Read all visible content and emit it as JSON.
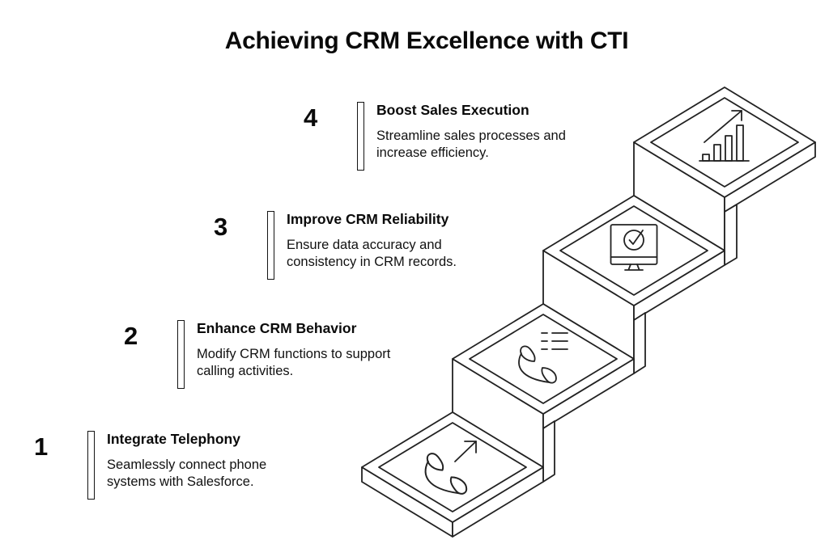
{
  "title": "Achieving CRM Excellence with CTI",
  "colors": {
    "line": "#222222",
    "text": "#0a0a0a",
    "background": "#ffffff"
  },
  "steps": [
    {
      "number": "1",
      "title": "Integrate Telephony",
      "description": "Seamlessly connect phone\nsystems with Salesforce.",
      "icon": "phone-outgoing-arrow-icon"
    },
    {
      "number": "2",
      "title": "Enhance CRM Behavior",
      "description": "Modify CRM functions to support\ncalling activities.",
      "icon": "phone-call-list-icon"
    },
    {
      "number": "3",
      "title": "Improve CRM Reliability",
      "description": "Ensure data accuracy and\nconsistency in CRM records.",
      "icon": "monitor-checkmark-icon"
    },
    {
      "number": "4",
      "title": "Boost Sales Execution",
      "description": "Streamline sales processes and\nincrease efficiency.",
      "icon": "growth-bar-chart-arrow-icon"
    }
  ]
}
